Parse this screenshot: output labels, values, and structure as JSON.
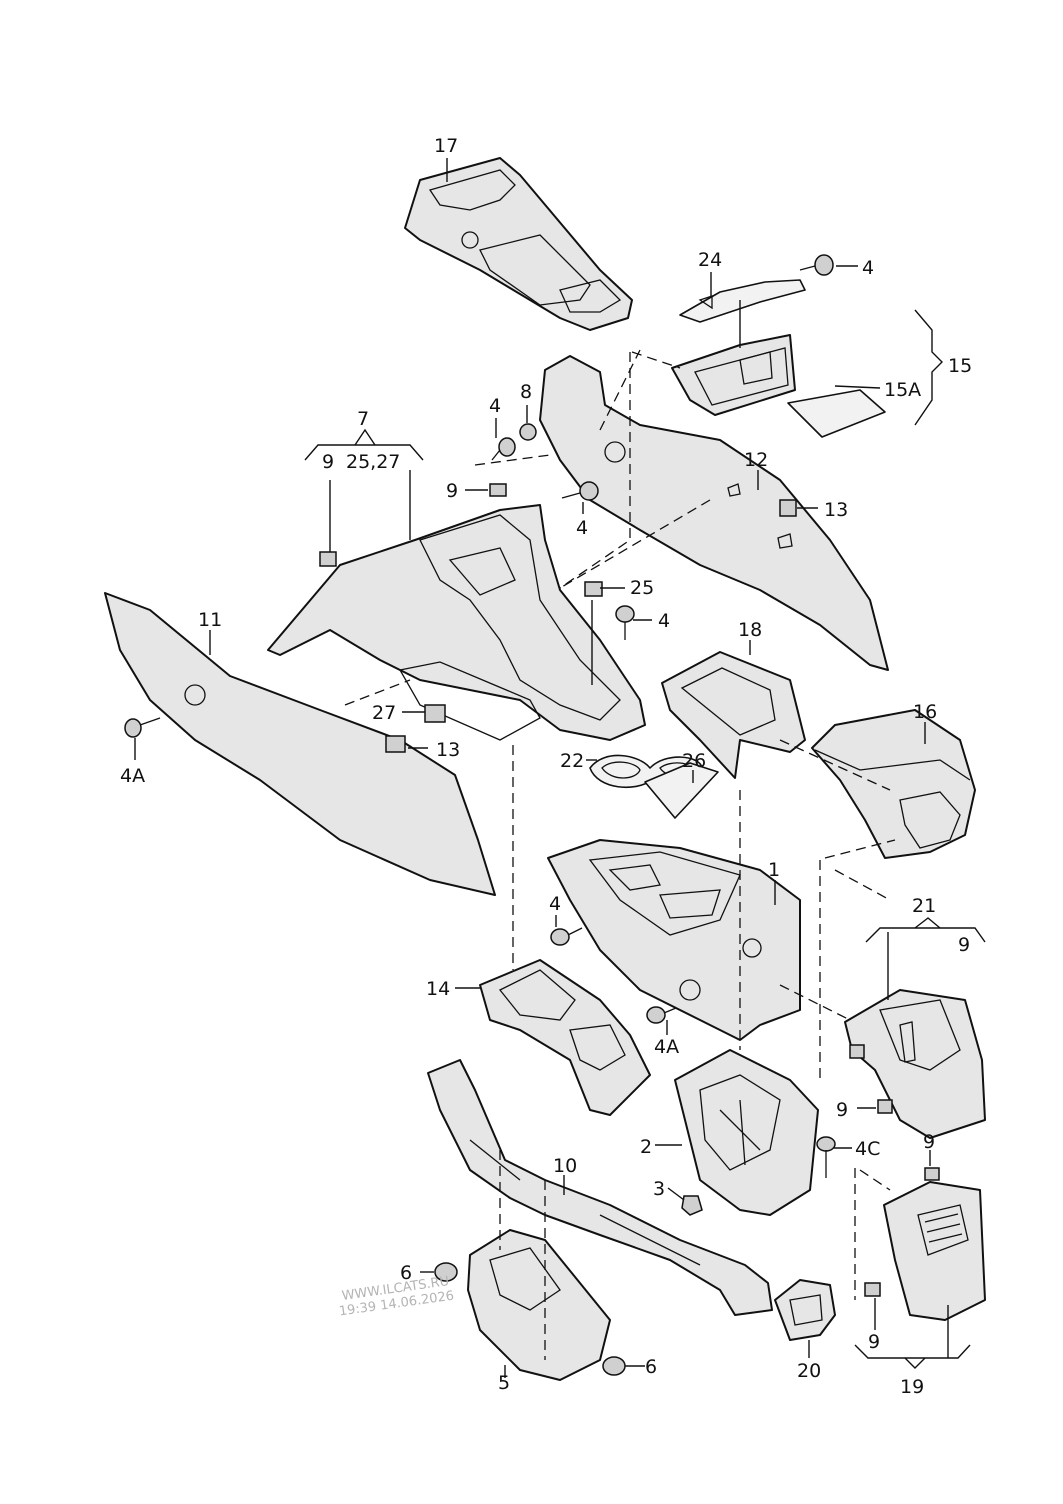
{
  "callouts": {
    "c1": "1",
    "c2": "2",
    "c3": "3",
    "c4a": "4",
    "c4b": "4",
    "c4c": "4",
    "c4d": "4",
    "c4e": "4",
    "c4A1": "4A",
    "c4A2": "4A",
    "c4C": "4C",
    "c5": "5",
    "c6a": "6",
    "c6b": "6",
    "c7": "7",
    "c8": "8",
    "c9a": "9",
    "c9b": "9",
    "c9c": "9",
    "c9d": "9",
    "c9e": "9",
    "c9f": "9",
    "c10": "10",
    "c11": "11",
    "c12": "12",
    "c13a": "13",
    "c13b": "13",
    "c14": "14",
    "c15": "15",
    "c15A": "15A",
    "c16": "16",
    "c17": "17",
    "c18": "18",
    "c19": "19",
    "c20": "20",
    "c21": "21",
    "c22": "22",
    "c24": "24",
    "c25": "25",
    "c25_27": "25,27",
    "c26": "26",
    "c27": "27"
  },
  "watermark": {
    "site": "WWW.ILCATS.RU",
    "timestamp": "19:39 14.06.2026"
  }
}
